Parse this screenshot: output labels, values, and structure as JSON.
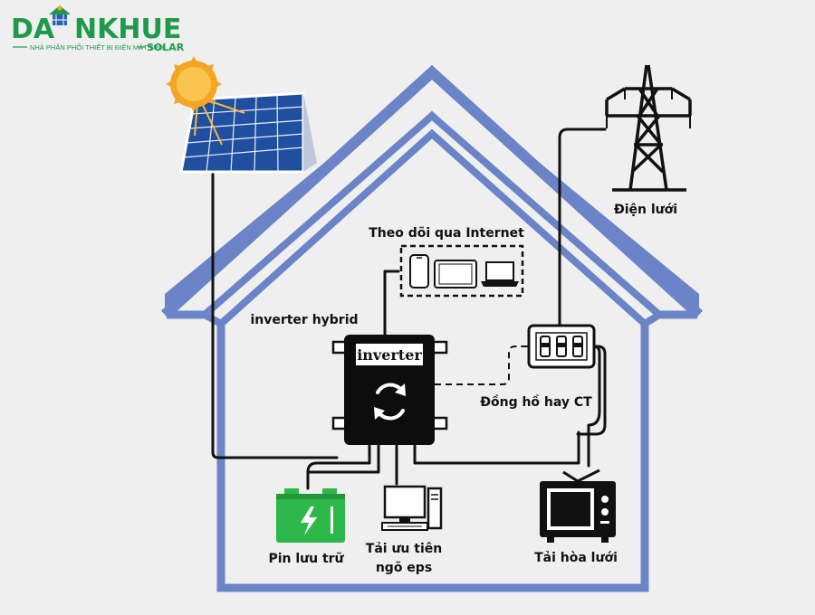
{
  "logo": {
    "part1": "DA",
    "part2": "NKHUE",
    "tagline": "NHÀ PHÂN PHỐI THIẾT BỊ ĐIỆN MẶT TRỜI",
    "solar": "SOLAR",
    "colors": {
      "main": "#1e9a4a",
      "accent": "#f2a81d"
    }
  },
  "colors": {
    "house_outline": "#6b84c8",
    "wire": "#111111",
    "battery": "#2db84a",
    "panel": "#1f4f9e",
    "sun": "#f6b93b",
    "background": "#efefef"
  },
  "nodes": {
    "monitoring": {
      "label": "Theo dõi qua Internet",
      "icons": [
        "smartphone-icon",
        "tablet-icon",
        "laptop-icon"
      ]
    },
    "inverter": {
      "label": "inverter hybrid",
      "box_text": "inverter",
      "icon": "refresh-cycle-icon"
    },
    "grid": {
      "label": "Điện lưới",
      "icon": "transmission-tower-icon"
    },
    "meter": {
      "label": "Đồng hồ hay CT",
      "icon": "meter-icon"
    },
    "battery": {
      "label": "Pin lưu trữ",
      "icon": "battery-icon"
    },
    "eps_load": {
      "label_line1": "Tải ưu tiên",
      "label_line2": "ngõ eps",
      "icon": "computer-icon"
    },
    "grid_load": {
      "label": "Tải hòa lưới",
      "icon": "television-icon"
    },
    "solar": {
      "icon": "solar-panel-icon",
      "sun_icon": "sun-icon"
    }
  }
}
